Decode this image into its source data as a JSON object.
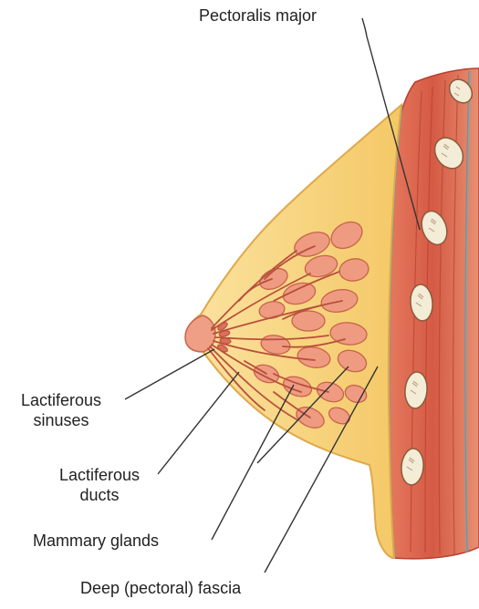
{
  "labels": {
    "pectoralis_major": "Pectoralis major",
    "lactiferous_sinuses_line1": "Lactiferous",
    "lactiferous_sinuses_line2": "sinuses",
    "lactiferous_ducts_line1": "Lactiferous",
    "lactiferous_ducts_line2": "ducts",
    "mammary_glands": "Mammary glands",
    "deep_fascia": "Deep (pectoral) fascia"
  },
  "colors": {
    "fat": "#f6d27a",
    "fat_edge": "#e0a84a",
    "gland": "#ef9b82",
    "gland_edge": "#c8634b",
    "duct": "#b8503c",
    "muscle": "#d9604a",
    "muscle_stripe": "#b8402f",
    "rib": "#f3ecd6",
    "fascia": "#4aa6b8",
    "leader": "#333333"
  }
}
